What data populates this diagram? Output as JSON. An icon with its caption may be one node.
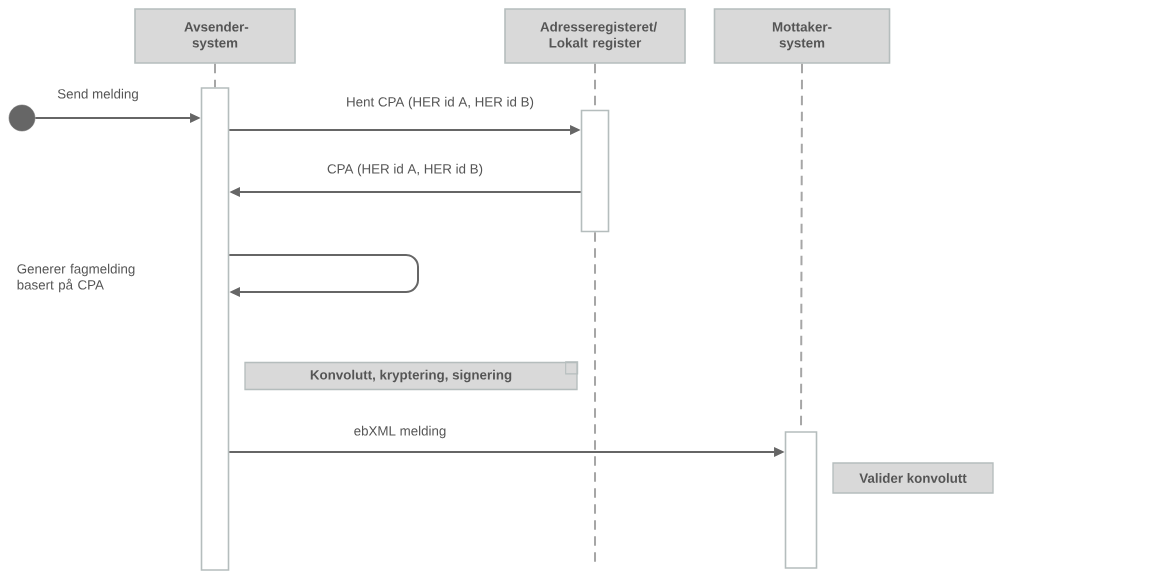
{
  "diagram": {
    "nodes": [
      {
        "text": [
          "Avsender- system"
        ]
      },
      {
        "text": [
          "Adresseregisteret/ Lokalt register"
        ]
      },
      {
        "text": [
          "Mottaker- system"
        ]
      },
      {
        "text": [],
        "shape": "circle"
      },
      {
        "text": [],
        "shape": "bar"
      },
      {
        "text": [],
        "shape": "bar"
      },
      {
        "text": [],
        "shape": "bar"
      },
      {
        "text": [
          "Konvolutt, kryptering, signering"
        ]
      },
      {
        "text": [
          "Valider konvolutt"
        ]
      }
    ],
    "edges": [
      {
        "from": 0,
        "to": 4,
        "arrow": "none",
        "style": "dashed",
        "color": "#a6a6a6"
      },
      {
        "from": 1,
        "to": 5,
        "arrow": "none",
        "style": "dashed",
        "color": "#a6a6a6"
      },
      {
        "from": 5,
        "to": null,
        "arrow": "none",
        "style": "dashed",
        "color": "#a6a6a6"
      },
      {
        "from": 2,
        "to": 6,
        "arrow": "none",
        "style": "dashed",
        "color": "#a6a6a6"
      },
      {
        "from": 3,
        "to": 4,
        "arrow": "to",
        "label": "Send melding"
      },
      {
        "from": 4,
        "to": 5,
        "arrow": "to",
        "label": "Hent CPA (HER id A, HER id B)"
      },
      {
        "from": 5,
        "to": 4,
        "arrow": "to",
        "label": "CPA (HER id A, HER id B)"
      },
      {
        "from": 4,
        "to": 4,
        "arrow": "to"
      },
      {
        "from": 4,
        "to": 6,
        "arrow": "to",
        "label": "ebXML melding"
      }
    ],
    "labels": [
      "Generer fagmelding basert på CPA"
    ]
  }
}
